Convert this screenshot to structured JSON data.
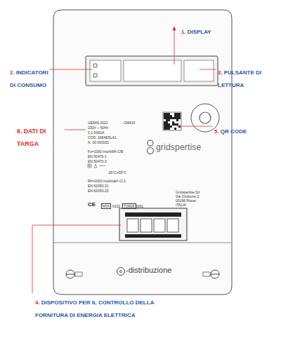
{
  "diagram": {
    "labels": [
      "1.",
      "DISPLAY",
      "2.",
      "INDICATORI DI CONSUMO",
      "3.",
      "PULSANTE DI LETTURA",
      "6.",
      "DATI DI TARGA",
      "5.",
      "QR CODE",
      "GEMIS 2022",
      "OM410",
      "230V ~ 50Hz",
      "0,1-5(60)A",
      "COD.:16E4E5LA1",
      "N. 00 000001",
      "-25°C+55°C",
      "Fu=1000 imp/kWh C/B",
      "EN 50470-1",
      "EN 50470-3",
      "Rh=1000 imp/kvarh Cl.2",
      "EN 62053-21",
      "EN 62053-23",
      "M16",
      "0122",
      "T1M26",
      "0051",
      "gridspertise",
      "Gridspertise Srl",
      "Via Ombrone 2",
      "00198 Roma",
      "ITALIA",
      "e",
      "-distribuzione",
      "4.",
      "DISPOSITIVO PER IL CONTROLLO DELLA FORNITURA DI ENERGIA ELETTRICA",
      "CE"
    ]
  }
}
